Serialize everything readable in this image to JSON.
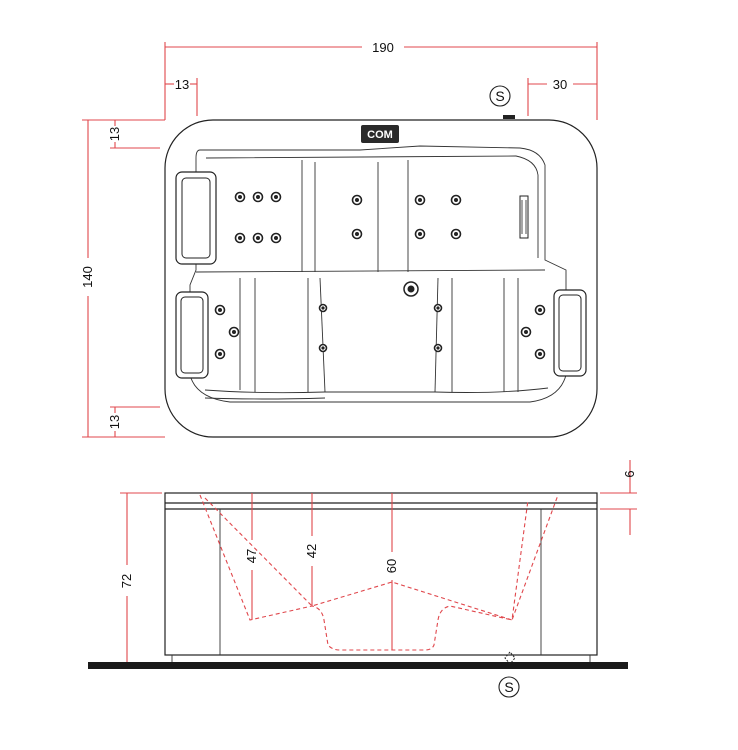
{
  "dimensions": {
    "overall_width": "190",
    "left_offset": "13",
    "right_offset": "30",
    "overall_depth": "140",
    "top_rim": "13",
    "bottom_rim": "13",
    "rim_thickness": "6",
    "total_height": "72",
    "seat_depth_left": "47",
    "seat_depth_mid": "42",
    "well_depth": "60"
  },
  "labels": {
    "control_panel": "COM",
    "service_top": "S",
    "service_bottom": "S"
  },
  "colors": {
    "dimension_line": "#e0474c",
    "outline": "#222222",
    "control_badge": "#2a2a2a",
    "floor": "#1a1a1a"
  }
}
